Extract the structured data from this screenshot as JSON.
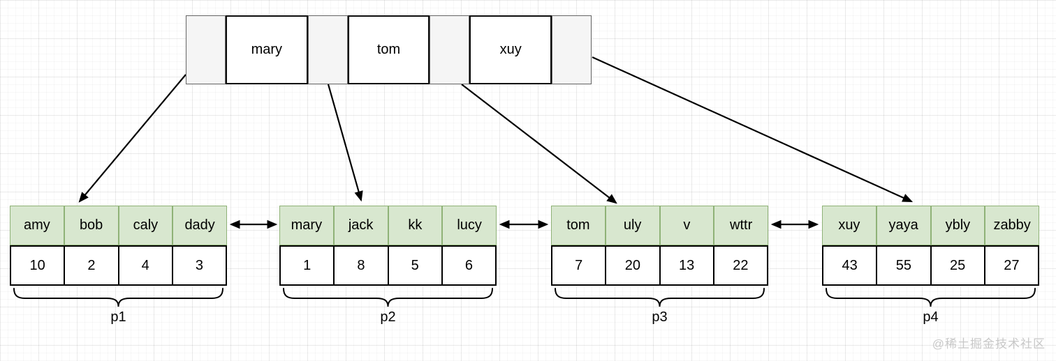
{
  "diagram": {
    "type": "b-plus-tree-index",
    "root": {
      "keys": [
        "mary",
        "tom",
        "xuy"
      ]
    },
    "pages": [
      {
        "label": "p1",
        "keys": [
          "amy",
          "bob",
          "caly",
          "dady"
        ],
        "values": [
          "10",
          "2",
          "4",
          "3"
        ]
      },
      {
        "label": "p2",
        "keys": [
          "mary",
          "jack",
          "kk",
          "lucy"
        ],
        "values": [
          "1",
          "8",
          "5",
          "6"
        ]
      },
      {
        "label": "p3",
        "keys": [
          "tom",
          "uly",
          "v",
          "wttr"
        ],
        "values": [
          "7",
          "20",
          "13",
          "22"
        ]
      },
      {
        "label": "p4",
        "keys": [
          "xuy",
          "yaya",
          "ybly",
          "zabby"
        ],
        "values": [
          "43",
          "55",
          "25",
          "27"
        ]
      }
    ]
  },
  "watermark": {
    "text": "@稀土掘金技术社区"
  },
  "colors": {
    "leaf_header_fill": "#d8e7cf",
    "leaf_header_stroke": "#8fb277",
    "pointer_cell_fill": "#f5f5f5",
    "pointer_cell_stroke": "#666666",
    "key_cell_fill": "#ffffff",
    "connector": "#000000",
    "watermark_text": "#c8c8c8"
  }
}
